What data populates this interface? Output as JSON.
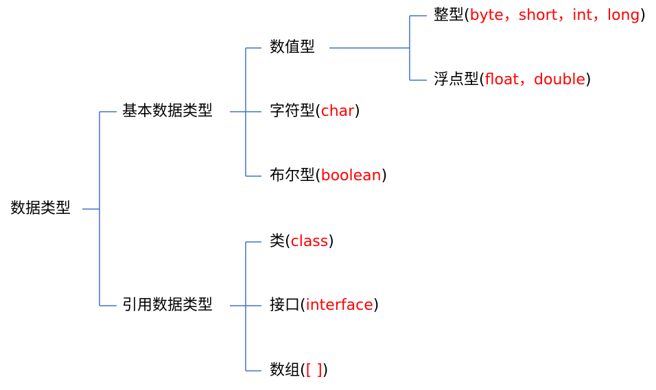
{
  "colors": {
    "line": "#4472c4",
    "text": "#000000",
    "highlight": "#ff0000"
  },
  "nodes": {
    "root": {
      "label": "数据类型"
    },
    "primitive": {
      "label": "基本数据类型"
    },
    "reference": {
      "label": "引用数据类型"
    },
    "numeric": {
      "label": "数值型"
    },
    "integer": {
      "label": "整型",
      "open": "(",
      "detail": "byte，short，int，long",
      "close": ")"
    },
    "float": {
      "label": "浮点型",
      "open": "(",
      "detail": "float，double",
      "close": ")"
    },
    "char": {
      "label": "字符型",
      "open": "(",
      "detail": "char",
      "close": ")"
    },
    "boolean": {
      "label": "布尔型",
      "open": "(",
      "detail": "boolean",
      "close": ")"
    },
    "class": {
      "label": "类",
      "open": "(",
      "detail": "class",
      "close": ")"
    },
    "interface": {
      "label": "接口",
      "open": "(",
      "detail": "interface",
      "close": ")"
    },
    "array": {
      "label": "数组",
      "open": "(",
      "detail": "[ ]",
      "close": ")"
    }
  }
}
